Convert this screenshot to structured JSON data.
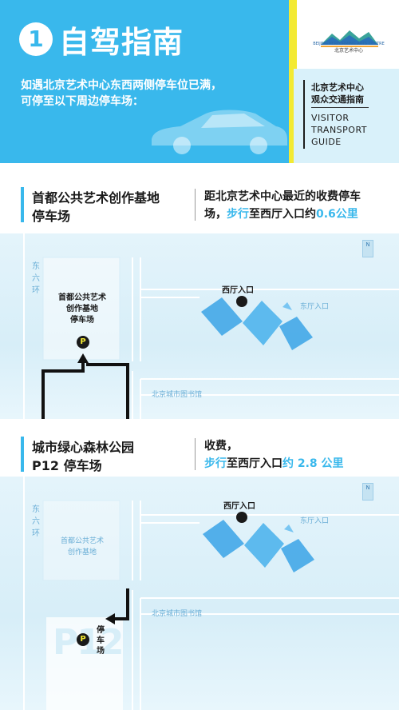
{
  "header": {
    "number": "1",
    "title": "自驾指南",
    "intro_line1": "如遇北京艺术中心东西两侧停车位已满，",
    "intro_line2": "可停至以下周边停车场：",
    "logo_name_en": "BEIJING PERFORMING ARTS CENTRE",
    "logo_name_cn": "北京艺术中心",
    "guide_cn_line1": "北京艺术中心",
    "guide_cn_line2": "观众交通指南",
    "guide_en_line1": "VISITOR",
    "guide_en_line2": "TRANSPORT",
    "guide_en_line3": "GUIDE"
  },
  "sections": [
    {
      "title_line1": "首都公共艺术创作基地",
      "title_line2": "停车场",
      "desc_line1": "距北京艺术中心最近的收费停车",
      "desc_line2_a": "场，",
      "desc_line2_b": "步行",
      "desc_line2_c": "至西厅入口约",
      "desc_line2_d": "0.6公里",
      "map": {
        "road": "东六环",
        "compass": "N",
        "block_label_l1": "首都公共艺术",
        "block_label_l2": "创作基地",
        "block_label_l3": "停车场",
        "parking_icon": "P",
        "west_entrance": "西厅入口",
        "east_entrance": "东厅入口",
        "library": "北京城市图书馆"
      }
    },
    {
      "title_line1": "城市绿心森林公园",
      "title_line2": "P12 停车场",
      "desc_line1": "收费，",
      "desc_line2_a": "步行",
      "desc_line2_b": "至西厅入口",
      "desc_line2_c": "约 2.8 公里",
      "map": {
        "road": "东六环",
        "compass": "N",
        "block_label_l1": "首都公共艺术",
        "block_label_l2": "创作基地",
        "west_entrance": "西厅入口",
        "east_entrance": "东厅入口",
        "library": "北京城市图书馆",
        "p12_text": "P12",
        "parking_icon": "P",
        "parking_label_l1": "停",
        "parking_label_l2": "车",
        "parking_label_l3": "场"
      }
    }
  ],
  "colors": {
    "brand_blue": "#39b8ec",
    "accent_yellow": "#f3ea33"
  },
  "icons": [
    "car-icon",
    "logo-icon",
    "compass-icon",
    "parking-icon",
    "location-marker-icon",
    "arrow-icon"
  ]
}
